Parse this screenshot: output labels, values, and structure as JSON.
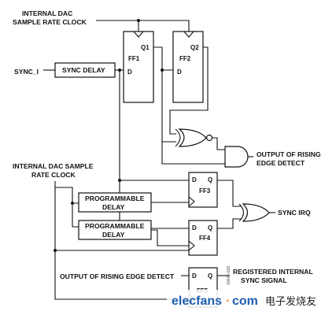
{
  "labels": {
    "internal_dac_clock_top": [
      "INTERNAL DAC",
      "SAMPLE RATE CLOCK"
    ],
    "sync_i": "SYNC_I",
    "sync_delay": "SYNC DELAY",
    "internal_dac_clock_left": [
      "INTERNAL DAC SAMPLE",
      "RATE CLOCK"
    ],
    "output_rising_edge_detect": [
      "OUTPUT OF RISING",
      "EDGE DETECT"
    ],
    "programmable_delay_1": [
      "PROGRAMMABLE",
      "DELAY"
    ],
    "programmable_delay_2": [
      "PROGRAMMABLE",
      "DELAY"
    ],
    "sync_irq": "SYNC IRQ",
    "output_rising_edge_detect_bottom": "OUTPUT OF RISING EDGE DETECT",
    "registered_internal_sync": [
      "REGISTERED INTERNAL",
      "SYNC SIGNAL"
    ],
    "figure_id": "10046-018"
  },
  "flip_flops": {
    "ff1": {
      "name": "FF1",
      "d": "D",
      "q": "Q1"
    },
    "ff2": {
      "name": "FF2",
      "d": "D",
      "q": "Q2"
    },
    "ff3": {
      "name": "FF3",
      "d": "D",
      "q": "Q"
    },
    "ff4": {
      "name": "FF4",
      "d": "D",
      "q": "Q"
    },
    "ff5": {
      "d": "D",
      "q": "Q",
      "name": "FF5"
    }
  },
  "watermark": {
    "site": "elecfans",
    "dot": "·",
    "com": "com",
    "cn": "电子发烧友"
  },
  "colors": {
    "line": "#111111",
    "watermark_blue": "#1f5fb0",
    "watermark_orange": "#f08a1c"
  }
}
